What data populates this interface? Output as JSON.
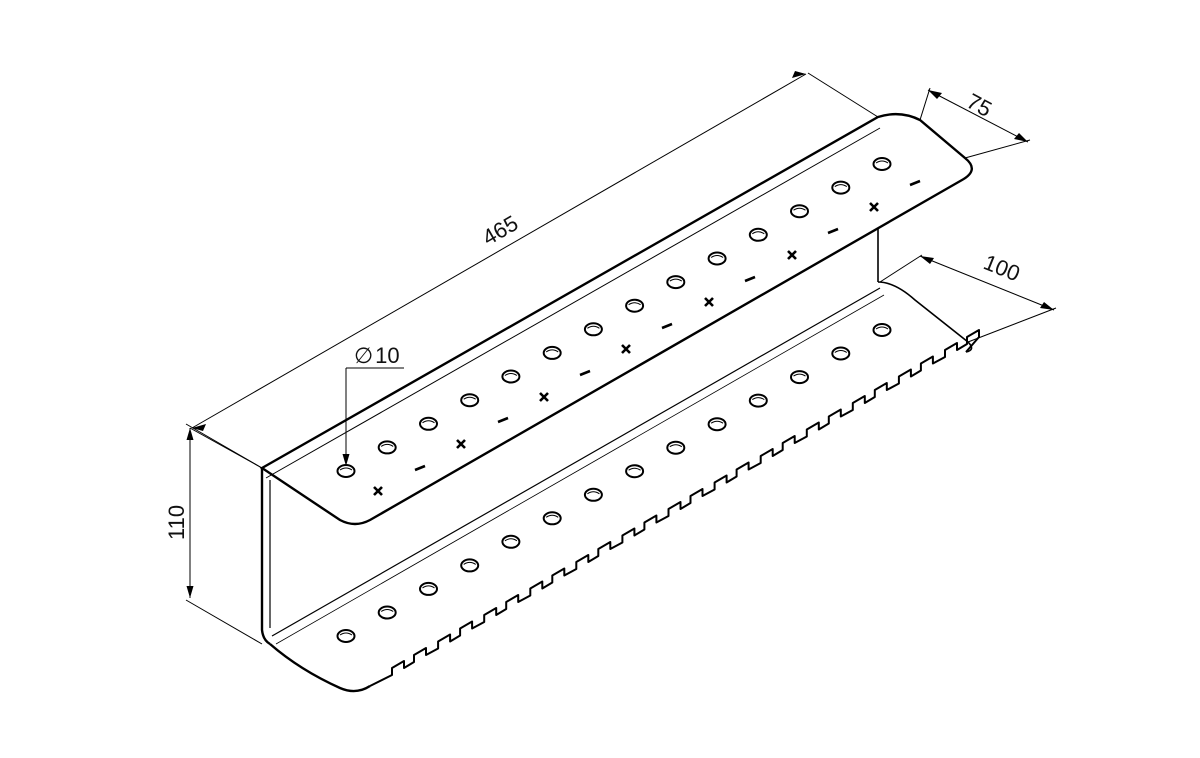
{
  "drawing": {
    "dimensions": {
      "length": "465",
      "width": "75",
      "depth": "100",
      "height": "110",
      "hole_diameter": "10"
    },
    "hole_diameter_symbol": "∅",
    "polarity_marks": {
      "plus": "+",
      "minus": "−"
    },
    "line_color": "#000000",
    "background_color": "#ffffff"
  }
}
